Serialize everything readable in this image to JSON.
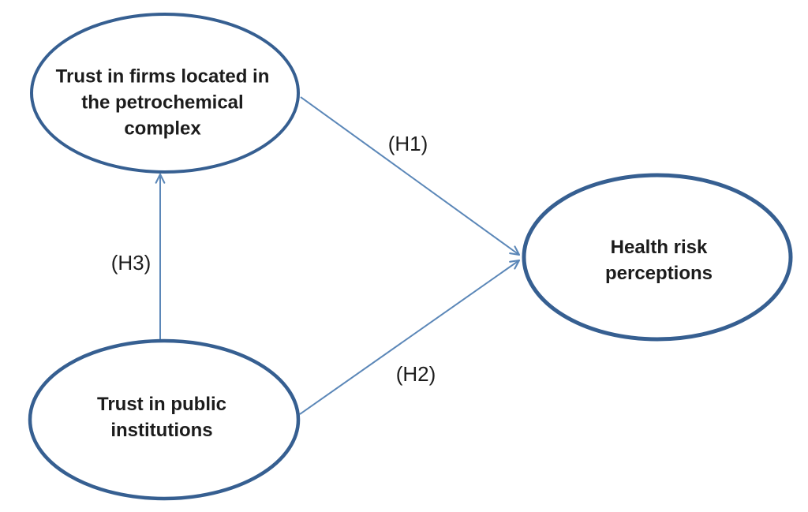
{
  "diagram": {
    "colors": {
      "background": "#ffffff",
      "node_fill": "#ffffff",
      "node_border": "#365f91",
      "arrow": "#5b87b8",
      "text": "#1c1c1c"
    },
    "nodes": [
      {
        "id": "trust-firms",
        "label": "Trust in firms located in the petrochemical complex",
        "lines": [
          "Trust in firms located in",
          "the petrochemical",
          "complex"
        ]
      },
      {
        "id": "trust-public",
        "label": "Trust in public institutions",
        "lines": [
          "Trust in public",
          "institutions"
        ]
      },
      {
        "id": "health-risk",
        "label": "Health risk perceptions",
        "lines": [
          "Health risk",
          "perceptions"
        ]
      }
    ],
    "edges": [
      {
        "id": "H1",
        "label": "(H1)",
        "from": "trust-firms",
        "to": "health-risk"
      },
      {
        "id": "H2",
        "label": "(H2)",
        "from": "trust-public",
        "to": "health-risk"
      },
      {
        "id": "H3",
        "label": "(H3)",
        "from": "trust-public",
        "to": "trust-firms"
      }
    ]
  }
}
